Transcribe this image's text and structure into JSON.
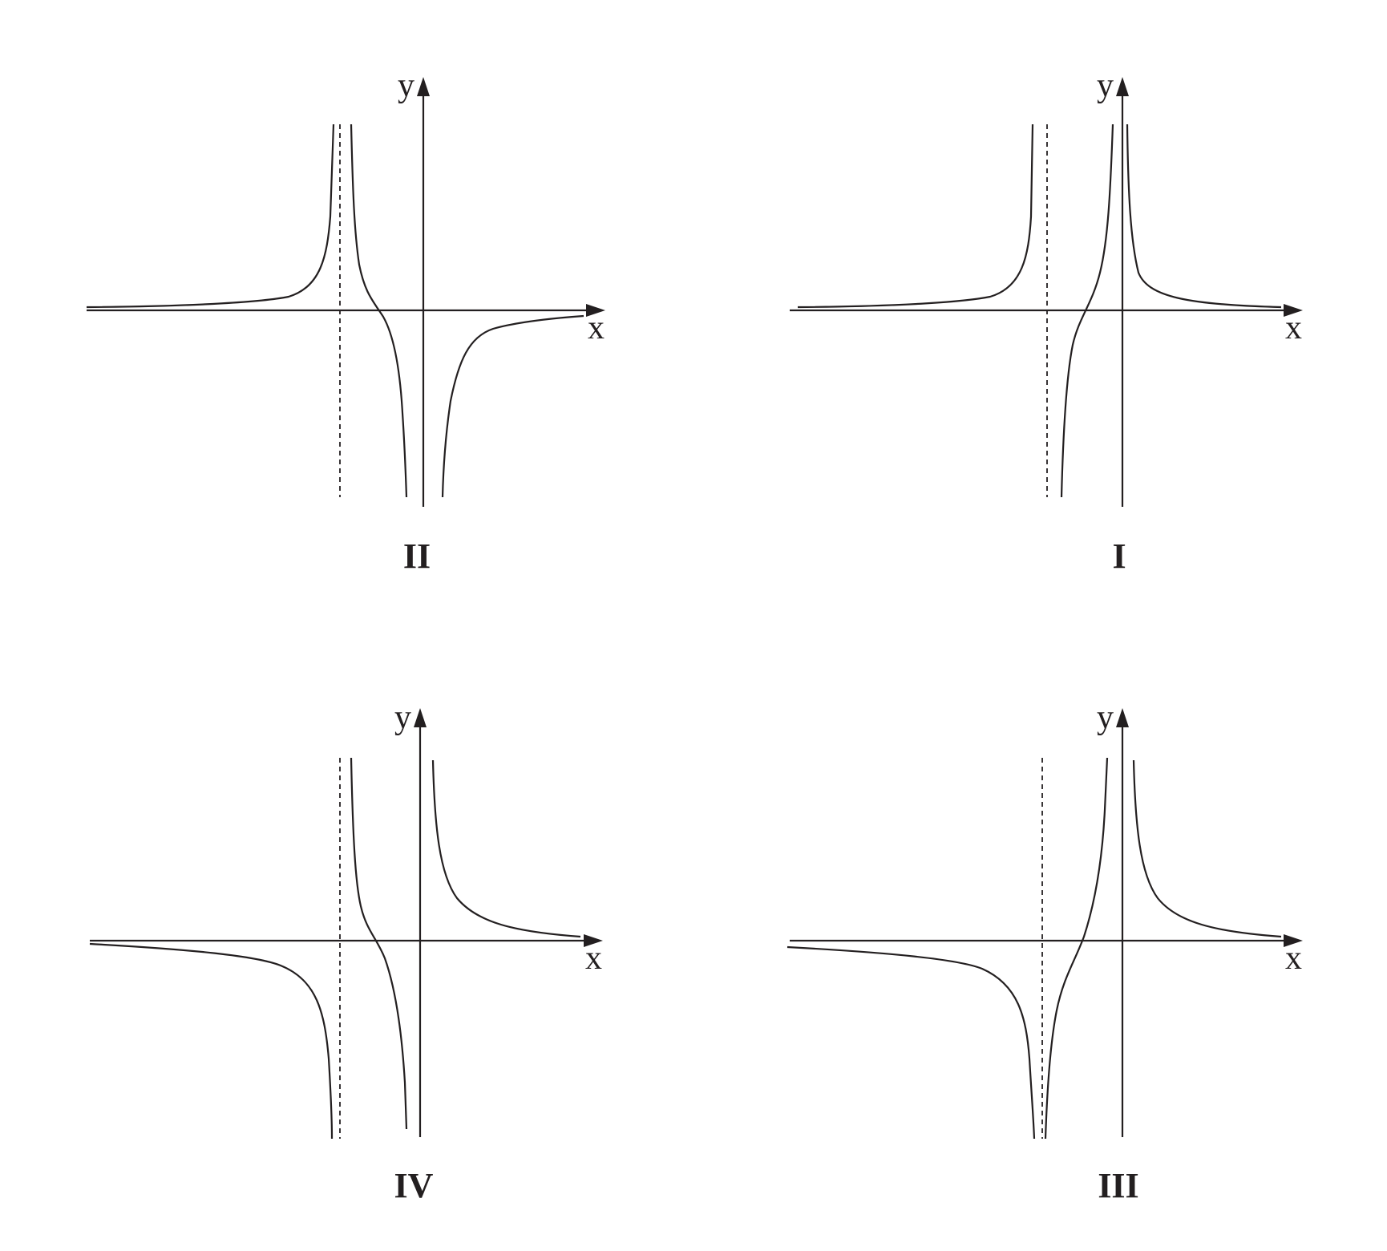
{
  "panels": [
    {
      "id": "II",
      "label": "II",
      "x_axis_label": "x",
      "y_axis_label": "y"
    },
    {
      "id": "I",
      "label": "I",
      "x_axis_label": "x",
      "y_axis_label": "y"
    },
    {
      "id": "IV",
      "label": "IV",
      "x_axis_label": "x",
      "y_axis_label": "y"
    },
    {
      "id": "III",
      "label": "III",
      "x_axis_label": "x",
      "y_axis_label": "y"
    }
  ],
  "colors": {
    "ink": "#231f20",
    "background": "#ffffff"
  }
}
